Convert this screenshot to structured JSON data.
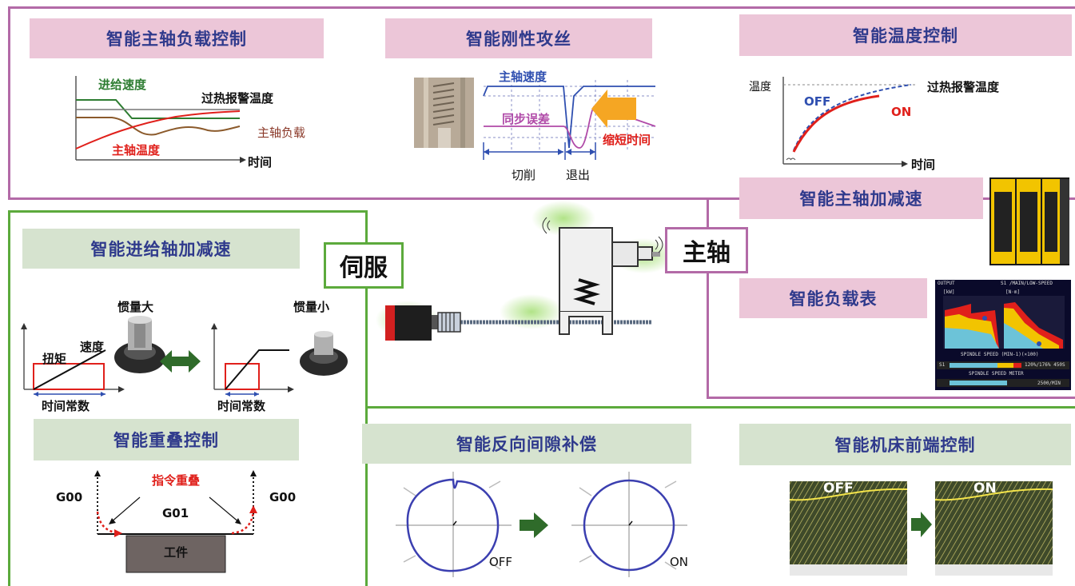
{
  "panels": {
    "spindle_load": {
      "title": "智能主轴负载控制",
      "feed_speed": "进给速度",
      "overheat_temp": "过热报警温度",
      "spindle_load": "主轴负载",
      "spindle_temp": "主轴温度",
      "time": "时间"
    },
    "rigid_tap": {
      "title": "智能刚性攻丝",
      "spindle_speed": "主轴速度",
      "sync_error": "同步误差",
      "shorten_time": "缩短时间",
      "cutting": "切削",
      "retract": "退出"
    },
    "temperature": {
      "title": "智能温度控制",
      "temp": "温度",
      "overheat_temp": "过热报警温度",
      "off": "OFF",
      "on": "ON",
      "time": "时间"
    },
    "spindle_accel": {
      "title": "智能主轴加减速"
    },
    "load_meter": {
      "title": "智能负载表",
      "screen_header_left": "OUTPUT",
      "screen_header_right": "S1 /MAIN/LOW-SPEED",
      "unit_kw": "[kW]",
      "unit_nm": "[N·m]",
      "speed_axis": "SPINDLE SPEED (MIN-1)(×100)",
      "s1_label": "S1",
      "s1_value": "120%/176% 450S",
      "meter_label": "SPINDLE SPEED METER",
      "meter_value": "2500/MIN"
    },
    "feed_accel": {
      "title": "智能进给轴加减速",
      "inertia_large": "惯量大",
      "inertia_small": "惯量小",
      "torque": "扭矩",
      "speed": "速度",
      "time_const_left": "时间常数",
      "time_const_right": "时间常数"
    },
    "overlap": {
      "title": "智能重叠控制",
      "command_overlap": "指令重叠",
      "g00_left": "G00",
      "g00_right": "G00",
      "g01": "G01",
      "workpiece": "工件"
    },
    "backlash": {
      "title": "智能反向间隙补偿",
      "off": "OFF",
      "on": "ON"
    },
    "machine_front": {
      "title": "智能机床前端控制",
      "off": "OFF",
      "on": "ON"
    }
  },
  "center": {
    "servo_tag": "伺服",
    "spindle_tag": "主轴"
  },
  "colors": {
    "pink_frame": "#b36aa7",
    "green_frame": "#5caa3c",
    "title_text": "#2f3a8c",
    "red": "#e0201b",
    "green_text": "#2e7d32",
    "purple": "#b04aa8",
    "blue": "#2f4fb0",
    "arrow_green": "#2f6b2a",
    "arrow_orange": "#f5a623"
  }
}
